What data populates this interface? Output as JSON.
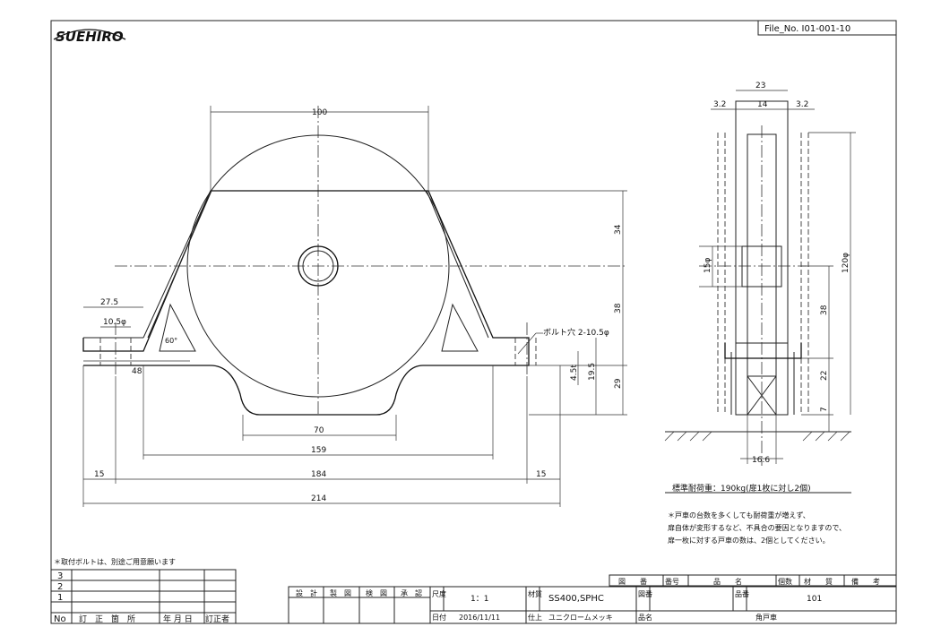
{
  "header": {
    "logo_text": "SUEHIRO",
    "file_no": "File_No.  I01-001-10"
  },
  "front_view": {
    "dims": [
      "100",
      "34",
      "38",
      "27.5",
      "10.5φ",
      "60°",
      "48",
      "4.5t",
      "19.5",
      "29",
      "70",
      "159",
      "15",
      "184",
      "15",
      "214"
    ],
    "bolt_note": "ボルト穴 2-10.5φ"
  },
  "side_view": {
    "dims": [
      "23",
      "3.2",
      "14",
      "3.2",
      "15φ",
      "120φ",
      "38",
      "22",
      "7",
      "16.6"
    ]
  },
  "notes": {
    "load": "標準耐荷重：190kg(扉1枚に対し2個)",
    "lines": [
      "＊戸車の台数を多くしても耐荷重が増えず、",
      "扉自体が変形するなど、不具合の要因となりますので、",
      "扉一枚に対する戸車の数は、2個としてください。"
    ],
    "bolt_remark": "＊取付ボルトは、別途ご用意願います"
  },
  "revision_table": {
    "rows": [
      "3",
      "2",
      "1"
    ],
    "headers": [
      "No",
      "訂　正　箇　所",
      "年 月 日",
      "訂正者"
    ]
  },
  "approval_block": {
    "cells": [
      "設　計",
      "製　図",
      "検　図",
      "承　認"
    ]
  },
  "title_block": {
    "scale_label": "尺度",
    "scale_value": "1：1",
    "material_label": "材質",
    "material_value": "SS400,SPHC",
    "date_label": "日付",
    "date_value": "2016/11/11",
    "finish_label": "仕上",
    "finish_value": "ユニクロームメッキ",
    "drawing_no_label": "図番",
    "part_no_label": "品番",
    "part_no_value": "101",
    "name_label": "品名",
    "name_value": "角戸車",
    "parts_headers": [
      "図　　番",
      "番号",
      "品　　名",
      "個数",
      "材　　質",
      "備　　考"
    ]
  }
}
